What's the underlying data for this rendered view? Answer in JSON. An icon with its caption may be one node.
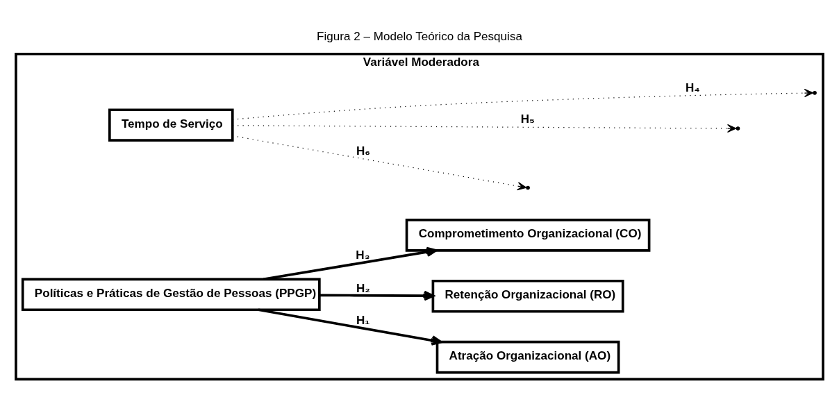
{
  "diagram": {
    "title": "Figura 2 – Modelo Teórico da Pesquisa",
    "nodes": [
      {
        "text": [
          "Variável Moderadora"
        ]
      },
      {
        "text": [
          "Tempo de Serviço"
        ],
        "in": 0
      },
      {
        "text": [
          "Políticas e Práticas de Gestão de Pessoas (PPGP)"
        ],
        "in": 0
      },
      {
        "text": [
          "Atração Organizacional (AO)"
        ],
        "in": 0
      },
      {
        "text": [
          "Retenção Organizacional (RO)"
        ],
        "in": 0
      },
      {
        "text": [
          "Comprometimento Organizacional (CO)"
        ],
        "in": 0
      }
    ],
    "edges": [
      {
        "from": 2,
        "to": 3,
        "arrow": "to",
        "label": "H₁",
        "style": "thick"
      },
      {
        "from": 2,
        "to": 4,
        "arrow": "to",
        "label": "H₂",
        "style": "thick"
      },
      {
        "from": 2,
        "to": 5,
        "arrow": "to",
        "label": "H₃",
        "style": "thick"
      },
      {
        "from": 1,
        "to": null,
        "arrow": "to",
        "label": "H₄",
        "style": "dashed"
      },
      {
        "from": 1,
        "to": null,
        "arrow": "to",
        "label": "H₅",
        "style": "dashed"
      },
      {
        "from": 1,
        "to": null,
        "arrow": "to",
        "label": "H₆",
        "style": "dashed"
      }
    ]
  }
}
